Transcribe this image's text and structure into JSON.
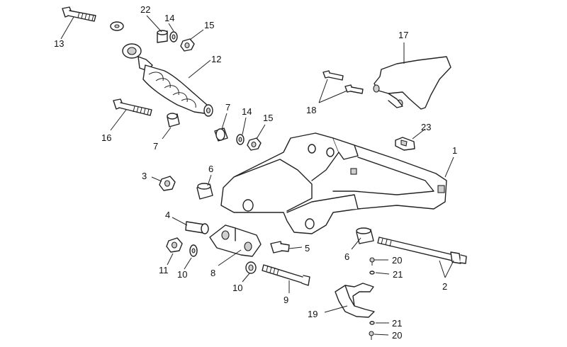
{
  "diagram": {
    "callouts": [
      "13",
      "22",
      "14",
      "15",
      "12",
      "17",
      "7",
      "14",
      "15",
      "16",
      "7",
      "18",
      "23",
      "1",
      "6",
      "3",
      "4",
      "5",
      "6",
      "20",
      "21",
      "11",
      "10",
      "8",
      "10",
      "9",
      "2",
      "19",
      "21",
      "20"
    ]
  },
  "colors": {
    "line": "#222222",
    "shade": "#cfcfcf",
    "background": "#ffffff"
  }
}
